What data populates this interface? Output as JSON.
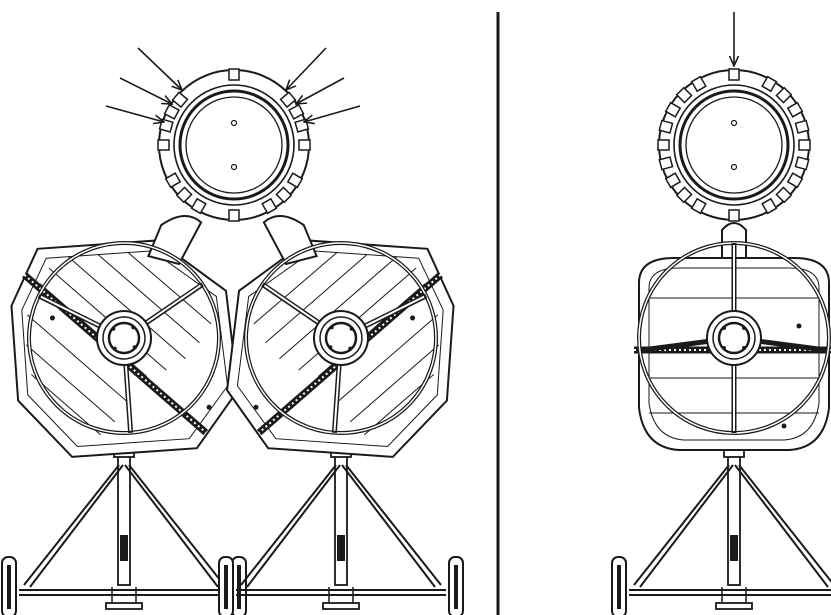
{
  "figure": {
    "panels": [
      {
        "name": "tilt-positions",
        "shown": [
          "rotary-ring-with-arrows",
          "mixer-tilted-left",
          "mixer-tilted-right"
        ]
      },
      {
        "name": "upright-position",
        "shown": [
          "rotary-ring-with-arrow",
          "mixer-upright"
        ]
      }
    ]
  },
  "colors": {
    "line": "#1a1a1a",
    "background": "#ffffff",
    "light": "#ffffff"
  }
}
